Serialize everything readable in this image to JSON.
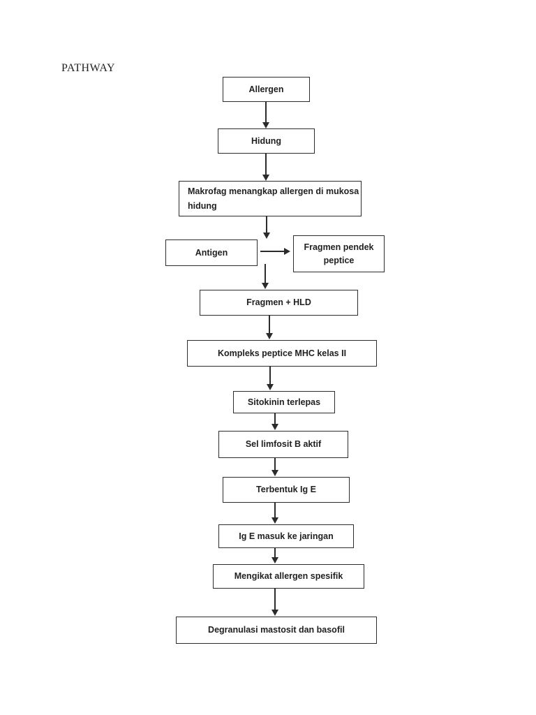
{
  "page": {
    "title": "PATHWAY",
    "background_color": "#ffffff"
  },
  "flowchart": {
    "colors": {
      "box_border": "#2b2b2b",
      "box_text": "#212121",
      "arrow": "#2b2b2b"
    },
    "nodes": [
      {
        "id": "allergen",
        "label": "Allergen"
      },
      {
        "id": "hidung",
        "label": "Hidung"
      },
      {
        "id": "makrofag",
        "label": "Makrofag menangkap allergen di mukosa\nhidung"
      },
      {
        "id": "antigen",
        "label": "Antigen"
      },
      {
        "id": "fragmen-pendek-peptice",
        "label": "Fragmen pendek\npeptice"
      },
      {
        "id": "fragmen-hld",
        "label": "Fragmen + HLD"
      },
      {
        "id": "kompleks-peptice-mhc",
        "label": "Kompleks peptice MHC kelas II"
      },
      {
        "id": "sitokinin-terlepas",
        "label": "Sitokinin terlepas"
      },
      {
        "id": "sel-limfosit-b-aktif",
        "label": "Sel limfosit B aktif"
      },
      {
        "id": "terbentuk-ig-e",
        "label": "Terbentuk Ig E"
      },
      {
        "id": "ig-e-masuk-ke-jaringan",
        "label": "Ig E masuk ke jaringan"
      },
      {
        "id": "mengikat-allergen",
        "label": "Mengikat allergen spesifik"
      },
      {
        "id": "degranulasi",
        "label": "Degranulasi mastosit dan basofil"
      }
    ],
    "edges": [
      {
        "from": "allergen",
        "to": "hidung",
        "direction": "down"
      },
      {
        "from": "hidung",
        "to": "makrofag",
        "direction": "down"
      },
      {
        "from": "makrofag",
        "to": "antigen",
        "direction": "down"
      },
      {
        "from": "antigen",
        "to": "fragmen-pendek-peptice",
        "direction": "right"
      },
      {
        "from": "antigen",
        "to": "fragmen-hld",
        "direction": "down"
      },
      {
        "from": "fragmen-hld",
        "to": "kompleks-peptice-mhc",
        "direction": "down"
      },
      {
        "from": "kompleks-peptice-mhc",
        "to": "sitokinin-terlepas",
        "direction": "down"
      },
      {
        "from": "sitokinin-terlepas",
        "to": "sel-limfosit-b-aktif",
        "direction": "down"
      },
      {
        "from": "sel-limfosit-b-aktif",
        "to": "terbentuk-ig-e",
        "direction": "down"
      },
      {
        "from": "terbentuk-ig-e",
        "to": "ig-e-masuk-ke-jaringan",
        "direction": "down"
      },
      {
        "from": "ig-e-masuk-ke-jaringan",
        "to": "mengikat-allergen",
        "direction": "down"
      },
      {
        "from": "mengikat-allergen",
        "to": "degranulasi",
        "direction": "down"
      }
    ]
  }
}
